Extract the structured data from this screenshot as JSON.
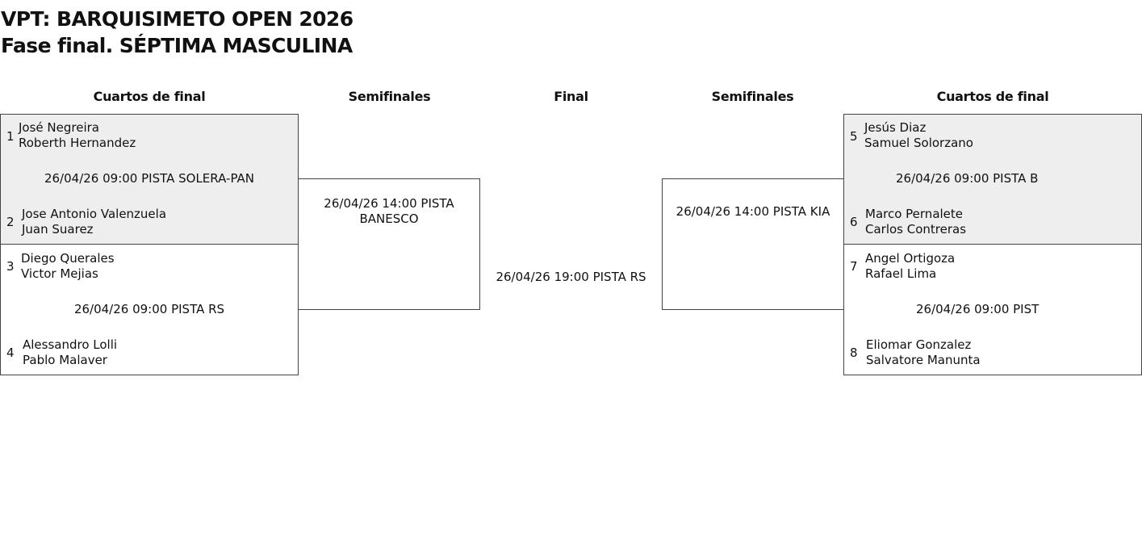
{
  "page": {
    "title_line_1": "VPT: BARQUISIMETO OPEN 2026",
    "title_line_2": "Fase final. SÉPTIMA MASCULINA"
  },
  "rounds": {
    "left_quarter": "Cuartos de final",
    "left_semi": "Semifinales",
    "final": "Final",
    "right_semi": "Semifinales",
    "right_quarter": "Cuartos de final"
  },
  "left_quarters": [
    {
      "top_seed": "1",
      "top_players": [
        "José Negreira",
        "Roberth Hernandez"
      ],
      "schedule": "26/04/26 09:00 PISTA SOLERA-PAN",
      "bottom_seed": "2",
      "bottom_players": [
        "Jose Antonio Valenzuela",
        "Juan Suarez"
      ]
    },
    {
      "top_seed": "3",
      "top_players": [
        "Diego Querales",
        "Victor Mejias"
      ],
      "schedule": "26/04/26 09:00 PISTA RS",
      "bottom_seed": "4",
      "bottom_players": [
        "Alessandro Lolli",
        "Pablo Malaver"
      ]
    }
  ],
  "left_semi": {
    "schedule": "26/04/26 14:00 PISTA BANESCO"
  },
  "final": {
    "schedule": "26/04/26 19:00 PISTA RS"
  },
  "right_semi": {
    "schedule": "26/04/26 14:00 PISTA KIA"
  },
  "right_quarters": [
    {
      "top_seed": "5",
      "top_players": [
        "Jesús Diaz",
        "Samuel Solorzano"
      ],
      "schedule": "26/04/26 09:00 PISTA B",
      "bottom_seed": "6",
      "bottom_players": [
        "Marco Pernalete",
        "Carlos Contreras"
      ]
    },
    {
      "top_seed": "7",
      "top_players": [
        "Angel Ortigoza",
        "Rafael Lima"
      ],
      "schedule": "26/04/26 09:00 PIST",
      "bottom_seed": "8",
      "bottom_players": [
        "Eliomar Gonzalez",
        "Salvatore Manunta"
      ]
    }
  ]
}
